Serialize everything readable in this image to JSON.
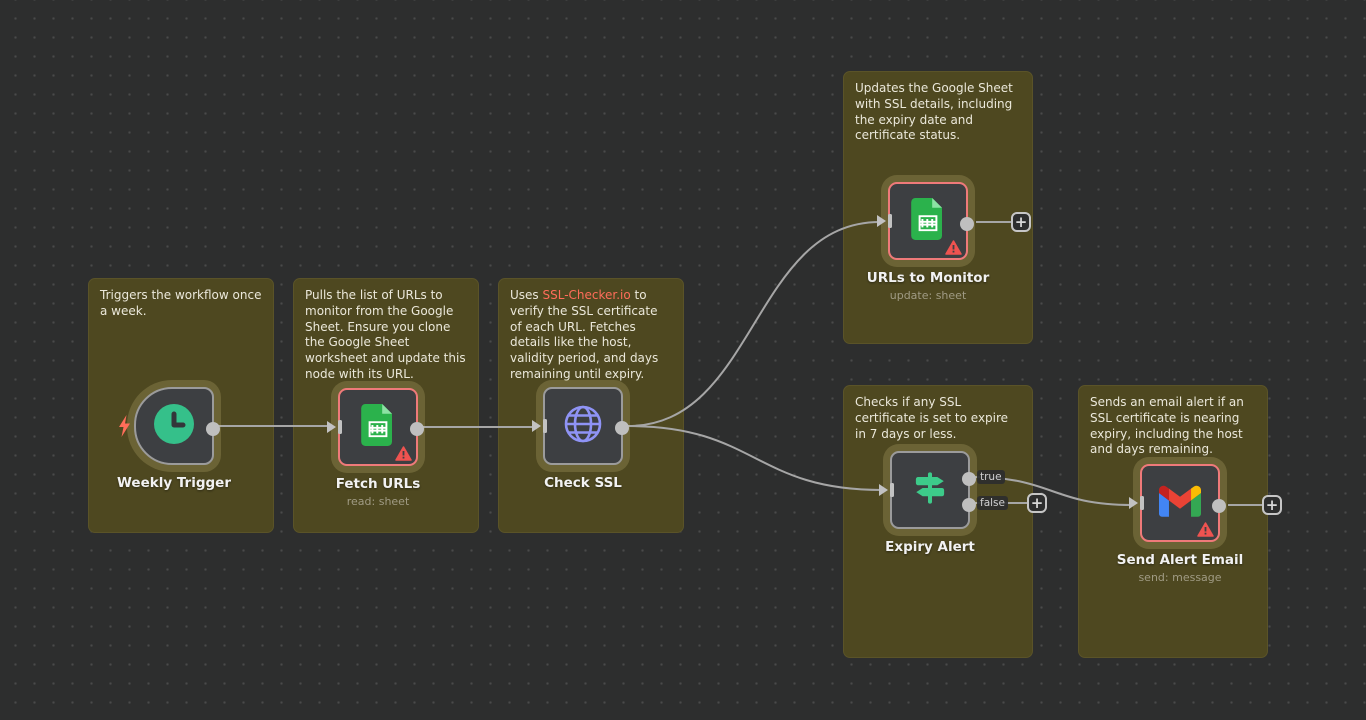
{
  "app": "workflow-editor",
  "colors": {
    "canvas_bg": "#2d2e2e",
    "sticky_bg": "#4e4820",
    "node_bg": "#3d3f42",
    "node_border": "#9b9b9b",
    "error_border": "#ef7a7a",
    "wire": "#a6a6a6",
    "link": "#ff6d5a",
    "warning": "#ef5350",
    "clock_green": "#35c08a",
    "globe_purple": "#8f93f5",
    "signpost_green": "#3dcb8a",
    "sheets_green": "#2bb24c",
    "gmail_blue": "#4285f4",
    "gmail_red": "#ea4335",
    "gmail_yellow": "#fbbc04",
    "gmail_green": "#34a853"
  },
  "stickies": [
    {
      "text": "Triggers the workflow once a week."
    },
    {
      "text": "Pulls the list of URLs to monitor from the Google Sheet. Ensure you clone the Google Sheet worksheet and update this node with its URL."
    },
    {
      "text_before": "Uses ",
      "link_text": "SSL-Checker.io",
      "text_after": " to verify the SSL certificate of each URL. Fetches details like the host, validity period, and days remaining until expiry."
    },
    {
      "text": "Updates the Google Sheet with SSL details, including the expiry date and certificate status."
    },
    {
      "text": "Checks if any SSL certificate is set to expire in 7 days or less."
    },
    {
      "text": "Sends an email alert if an SSL certificate is nearing expiry, including the host and days remaining."
    }
  ],
  "nodes": [
    {
      "label": "Weekly Trigger",
      "icon": "clock-icon",
      "type": "trigger"
    },
    {
      "label": "Fetch URLs",
      "subtitle": "read: sheet",
      "icon": "google-sheets-icon",
      "status": "error"
    },
    {
      "label": "Check SSL",
      "icon": "globe-icon"
    },
    {
      "label": "URLs to Monitor",
      "subtitle": "update: sheet",
      "icon": "google-sheets-icon",
      "status": "error"
    },
    {
      "label": "Expiry Alert",
      "icon": "signpost-icon",
      "outputs": [
        {
          "label": "true"
        },
        {
          "label": "false"
        }
      ]
    },
    {
      "label": "Send Alert Email",
      "subtitle": "send: message",
      "icon": "gmail-icon",
      "status": "error"
    }
  ],
  "plus_button_label": "+"
}
